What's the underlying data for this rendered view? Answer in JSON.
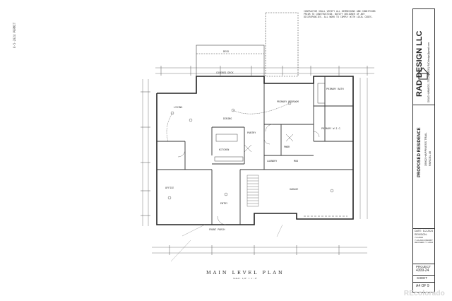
{
  "margin_stamp": "8-5-2024 PERMIT",
  "plan_title": "MAIN LEVEL PLAN",
  "plan_scale": "SCALE: 1/8\" = 1'-0\"",
  "top_note": "CONTRACTOR SHALL VERIFY ALL DIMENSIONS AND CONDITIONS\nPRIOR TO CONSTRUCTION. NOTIFY DESIGNER OF ANY\nDISCREPANCIES. ALL WORK TO COMPLY WITH LOCAL CODES.",
  "rooms": {
    "deck": "DECK",
    "covered_deck": "COVERED DECK",
    "living": "LIVING",
    "kitchen": "KITCHEN",
    "dining": "DINING",
    "primary_bedroom": "PRIMARY BEDROOM",
    "primary_bath": "PRIMARY BATH",
    "primary_wic": "PRIMARY W.I.C.",
    "powder": "PWDR",
    "laundry": "LAUNDRY",
    "pantry": "PANTRY",
    "mudroom": "MUD",
    "office": "OFFICE",
    "garage": "GARAGE",
    "front_porch": "FRONT PORCH",
    "entry": "ENTRY"
  },
  "title_block": {
    "firm": "RAD DESIGN LLC",
    "firm_contact": "DOUG HANNECK  |  720-296-4032  |  RADdesign@gmail.com",
    "project_name": "PROPOSED RESIDENCE",
    "address_line1": "35602 HAPPINESS TRAIL",
    "address_line2": "PARCEL 49",
    "date_label": "DATE:",
    "date_value": "8-2-2024",
    "revision_label": "REVISION:",
    "revisions": "7-8-2024\n7-12-2024 PERMIT\nREVISED 7-7-2024",
    "project_label": "PROJECT",
    "project_number": "4309-24",
    "sheet_label": "SHEET",
    "sheet_number": "A4 OF 9"
  },
  "watermark": "REcolorado"
}
